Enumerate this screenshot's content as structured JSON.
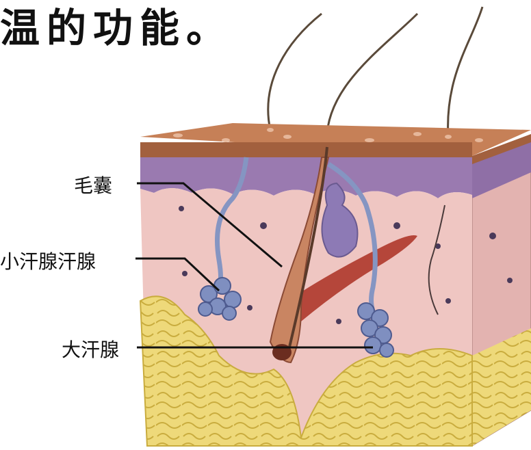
{
  "heading": "温的功能。",
  "labels": {
    "hair_follicle": "毛囊",
    "eccrine_gland": "小汗腺汗腺",
    "apocrine_gland": "大汗腺"
  },
  "colors": {
    "epidermis_top": "#b06a45",
    "epidermis_purple": "#9a7ab0",
    "dermis_pink": "#efc6c2",
    "fat_yellow": "#e9d46a",
    "gland_blue": "#8595c2",
    "muscle_red": "#b5463a",
    "hair": "#5a4a3a"
  }
}
